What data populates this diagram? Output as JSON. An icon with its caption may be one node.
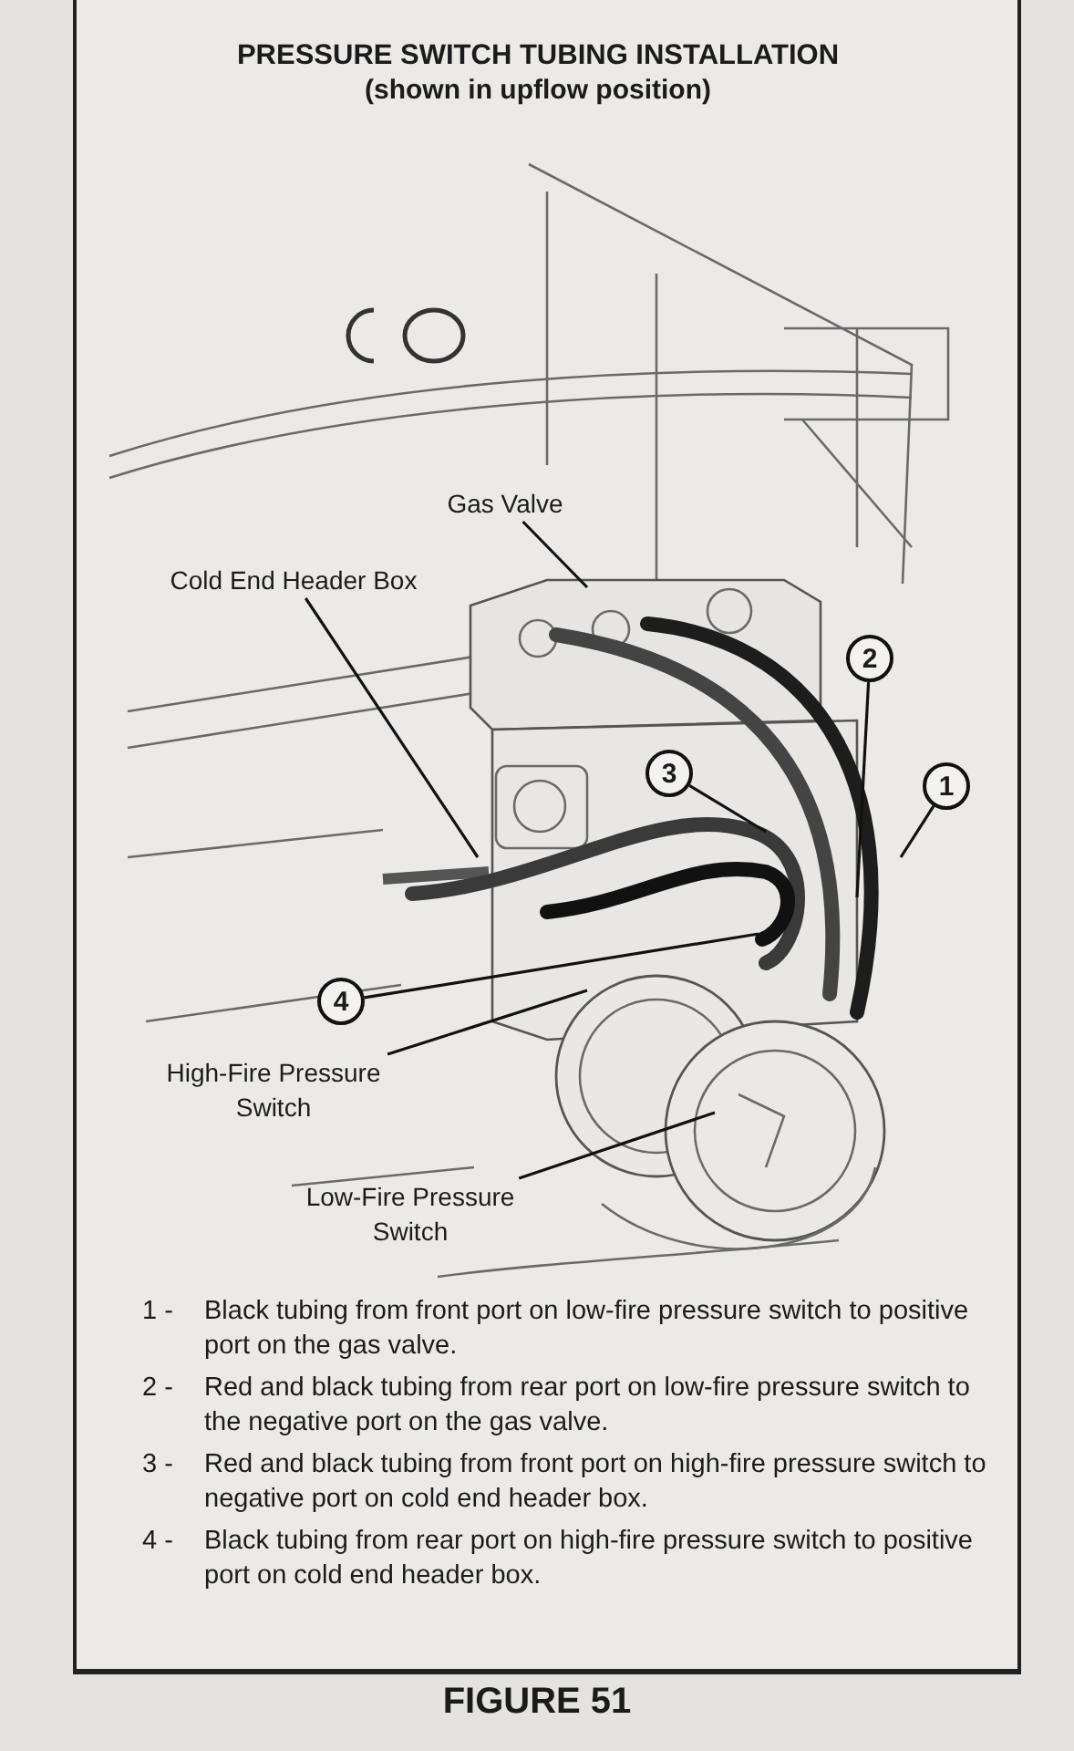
{
  "diagram": {
    "title": "PRESSURE SWITCH TUBING INSTALLATION",
    "caption": "FIGURE 51",
    "nodes": [
      {
        "text": [
          "Gas Valve"
        ]
      },
      {
        "text": [
          "Cold End Header Box"
        ]
      },
      {
        "text": [
          "2"
        ]
      },
      {
        "text": [
          "1"
        ]
      },
      {
        "text": [
          "3"
        ]
      },
      {
        "text": [
          "4"
        ]
      },
      {
        "text": [
          "High-Fire Pressure Switch"
        ]
      },
      {
        "text": [
          "Low-Fire Pressure Switch"
        ]
      }
    ],
    "edges": [
      {
        "from": 0,
        "to": null,
        "arrow": "none"
      },
      {
        "from": 1,
        "to": null,
        "arrow": "none"
      },
      {
        "from": 2,
        "to": null,
        "arrow": "none"
      },
      {
        "from": 3,
        "to": null,
        "arrow": "none"
      },
      {
        "from": 4,
        "to": null,
        "arrow": "none"
      },
      {
        "from": 5,
        "to": null,
        "arrow": "none"
      },
      {
        "from": 6,
        "to": null,
        "arrow": "none"
      },
      {
        "from": 7,
        "to": null,
        "arrow": "none"
      }
    ],
    "labels": [
      "(shown in upflow position)",
      "1 -",
      "Black tubing from front port on low-fire pressure switch to positive port on the gas valve.",
      "2 -",
      "Red and black tubing from rear port on low-fire pressure switch to the negative port on the gas valve.",
      "3 -",
      "Red and black tubing from front port on high-fire pressure switch to negative port on cold end header box.",
      "4 -",
      "Black tubing from rear port on high-fire pressure switch to positive port on cold end header box."
    ]
  }
}
